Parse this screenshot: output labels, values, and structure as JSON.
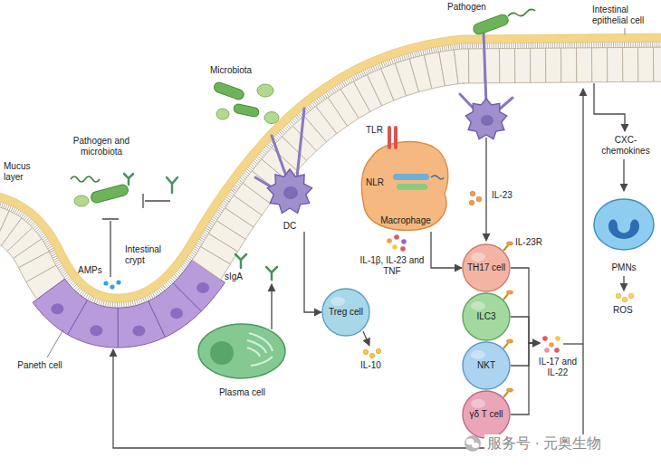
{
  "diagram": {
    "nodes": [
      {
        "text": [
          "DC"
        ]
      },
      {
        "text": [
          "Macrophage"
        ]
      },
      {
        "text": [
          "Treg cell"
        ]
      },
      {
        "text": [
          "TH17 cell"
        ]
      },
      {
        "text": [
          "ILC3"
        ]
      },
      {
        "text": [
          "NKT"
        ]
      },
      {
        "text": [
          "γδ T cell"
        ]
      },
      {
        "text": [
          "PMNs"
        ]
      },
      {
        "text": [
          "Plasma cell"
        ]
      }
    ],
    "edges": [
      {
        "from": 0,
        "to": 2,
        "arrow": "to"
      },
      {
        "from": 1,
        "to": 3,
        "arrow": "to"
      }
    ],
    "labels": [
      "Pathogen",
      "Intestinal epithelial cell",
      "Microbiota",
      "Mucus layer",
      "Pathogen and microbiota",
      "Intestinal crypt",
      "AMPs",
      "Paneth cell",
      "TLR",
      "NLR",
      "IL-23",
      "CXC-chemokines",
      "sIgA",
      "IL-10",
      "IL-1β, IL-23 and TNF",
      "IL-23R",
      "IL-17 and IL-22",
      "ROS",
      "服务号 · 元奥生物"
    ]
  }
}
